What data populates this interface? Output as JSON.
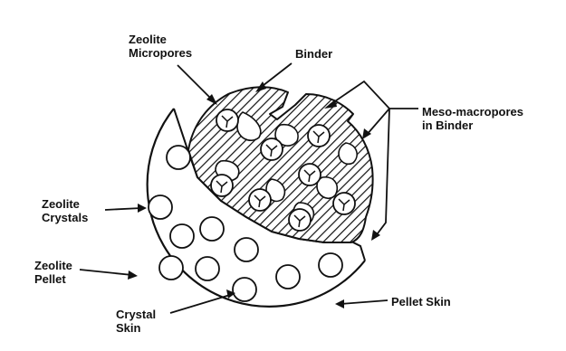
{
  "labels": {
    "zeolite_micropores": [
      "Zeolite",
      "Micropores"
    ],
    "binder": "Binder",
    "meso_macropores": [
      "Meso-macropores",
      "in Binder"
    ],
    "zeolite_crystals": [
      "Zeolite",
      "Crystals"
    ],
    "zeolite_pellet": [
      "Zeolite",
      "Pellet"
    ],
    "crystal_skin": [
      "Crystal",
      "Skin"
    ],
    "pellet_skin": "Pellet Skin"
  },
  "colors": {
    "ink": "#111111",
    "background": "#ffffff"
  }
}
